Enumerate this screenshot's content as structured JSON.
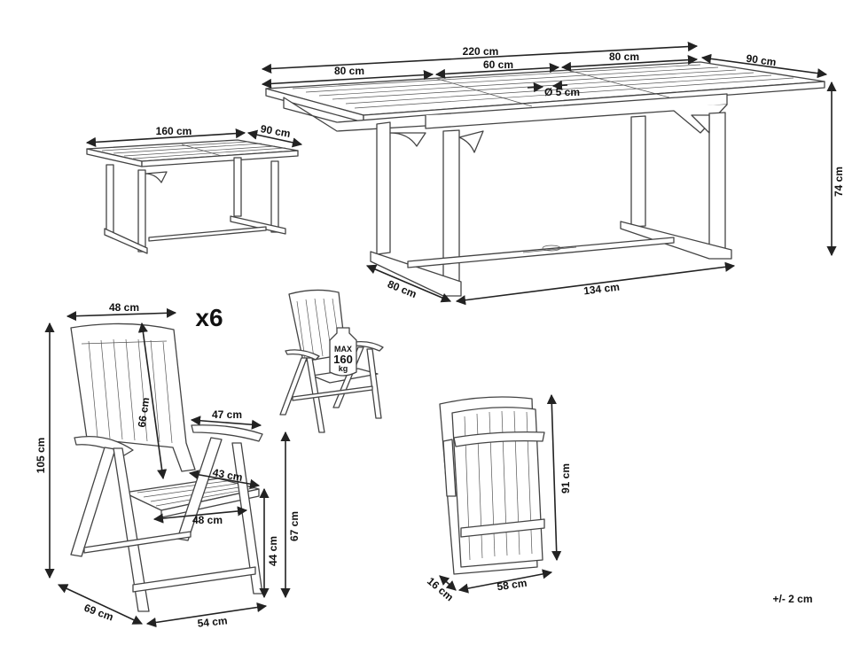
{
  "quantity_label": "x6",
  "tolerance": "+/- 2 cm",
  "weight_badge": {
    "max": "MAX",
    "value": "160",
    "unit": "kg"
  },
  "table_extended": {
    "length_total": "220 cm",
    "leaf_left": "80 cm",
    "leaf_middle": "60 cm",
    "leaf_right": "80 cm",
    "width": "90 cm",
    "height": "74 cm",
    "umbrella_hole": "Ø 5 cm",
    "base_depth": "80 cm",
    "base_length": "134 cm"
  },
  "table_compact": {
    "length": "160 cm",
    "width": "90 cm"
  },
  "chair": {
    "backrest_width": "48 cm",
    "backrest_height": "66 cm",
    "armrest_length": "47 cm",
    "seat_depth": "43 cm",
    "seat_width": "48 cm",
    "total_height": "105 cm",
    "armrest_height": "67 cm",
    "seat_height": "44 cm",
    "base_depth": "69 cm",
    "base_width": "54 cm"
  },
  "chair_folded": {
    "height": "91 cm",
    "width": "58 cm",
    "depth": "16 cm"
  },
  "colors": {
    "line": "#333333",
    "background": "#ffffff"
  }
}
